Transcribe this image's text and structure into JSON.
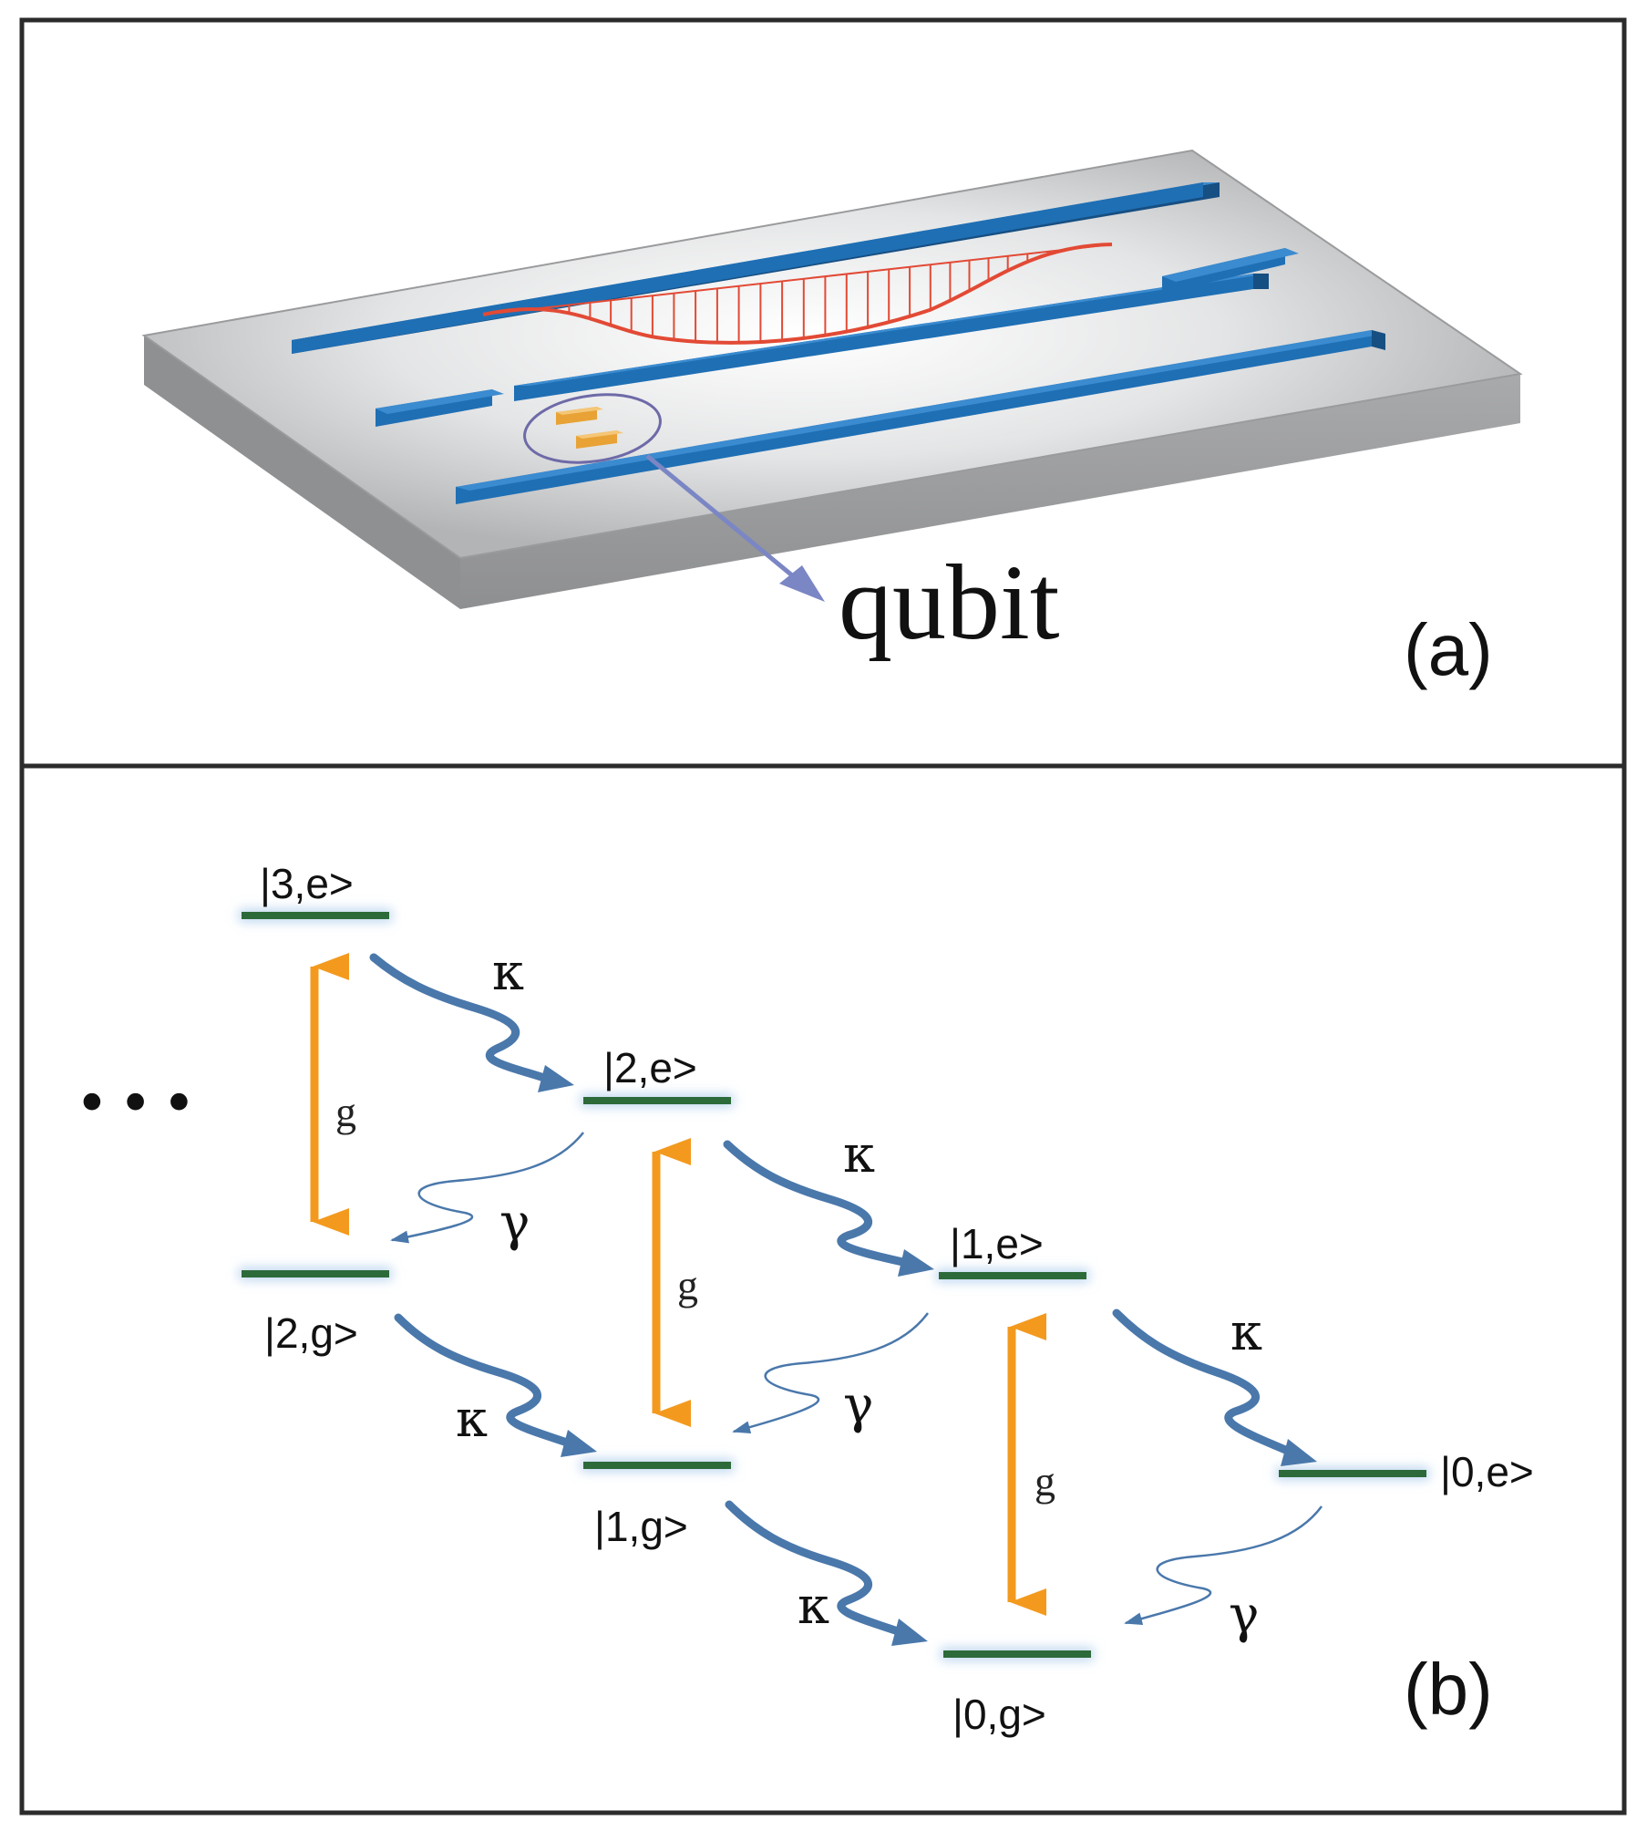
{
  "panel_a": {
    "label": "(a)",
    "qubit_label": "qubit"
  },
  "panel_b": {
    "label": "(b)",
    "ellipsis": "•••",
    "states": {
      "s3e": "|3,e>",
      "s2e": "|2,e>",
      "s1e": "|1,e>",
      "s0e": "|0,e>",
      "s2g": "|2,g>",
      "s1g": "|1,g>",
      "s0g": "|0,g>"
    },
    "kappa": "κ",
    "gamma": "γ",
    "coupling": "g"
  },
  "colors": {
    "level": "#2d6a3a",
    "coupling_arrow": "#f39a1e",
    "decay_arrow": "#4a78ab",
    "resonator": "#1f6fb4",
    "substrate": "#bdbec0",
    "wave": "#e24a35",
    "qubit": "#e8a235"
  }
}
